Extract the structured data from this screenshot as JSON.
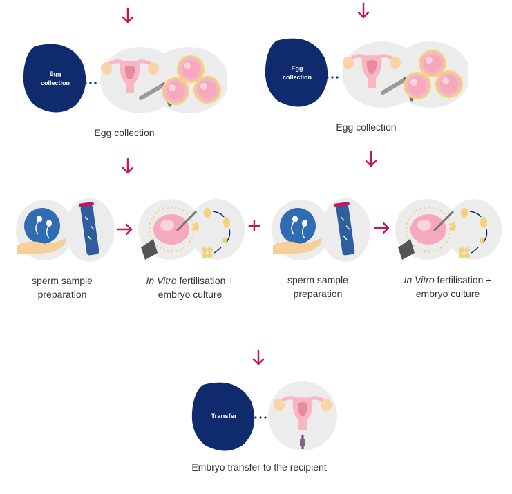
{
  "colors": {
    "navy": "#102a6e",
    "accent": "#c2185b",
    "pink": "#f7b6c2",
    "pink_dark": "#e98aa0",
    "grey_bg": "#ececec",
    "egg_ring": "#f5d27a",
    "blue_circle": "#2f6cb3"
  },
  "left_branch": {
    "egg_badge_line1": "Egg",
    "egg_badge_line2": "collection",
    "egg_label": "Egg collection",
    "sperm_label_line1": "sperm sample",
    "sperm_label_line2": "preparation",
    "ivf_label_italic": "In Vitro",
    "ivf_label_rest": " fertilisation +",
    "ivf_label_line2": "embryo culture"
  },
  "right_branch": {
    "egg_badge_line1": "Egg",
    "egg_badge_line2": "collection",
    "egg_label": "Egg collection",
    "sperm_label_line1": "sperm sample",
    "sperm_label_line2": "preparation",
    "ivf_label_italic": "In Vitro",
    "ivf_label_rest": " fertilisation +",
    "ivf_label_line2": "embryo culture"
  },
  "plus_sign": "+",
  "transfer": {
    "badge": "Transfer",
    "label": "Embryo transfer to the recipient"
  }
}
